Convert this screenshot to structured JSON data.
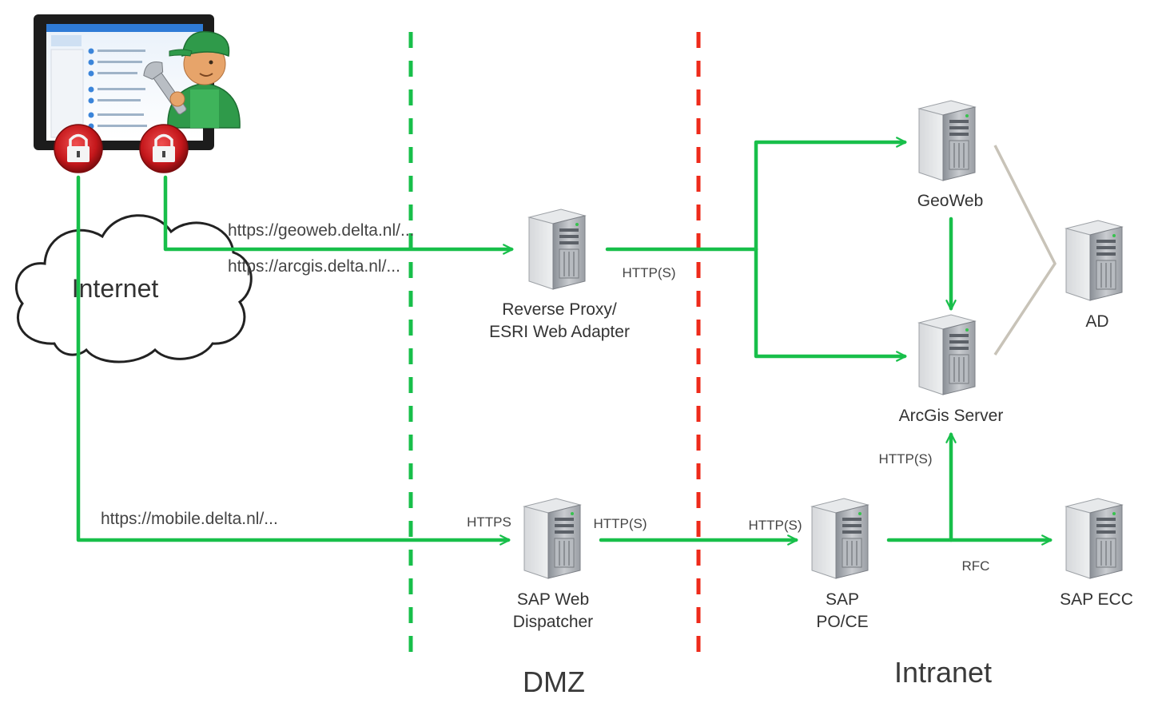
{
  "colors": {
    "flow": "#18bf4a",
    "dmz_boundary": "#18bf4a",
    "intranet_boundary": "#ee2a1a",
    "ad_link": "#c8c3b8",
    "lock": "#c4171b"
  },
  "icons": {
    "device": "tablet-icon",
    "user": "mechanic-icon",
    "lock": "padlock-icon",
    "cloud": "cloud-icon",
    "server": "server-tower-icon"
  },
  "cloud": {
    "label": "Internet"
  },
  "urls": {
    "geoweb": "https://geoweb.delta.nl/...",
    "arcgis": "https://arcgis.delta.nl/...",
    "mobile": "https://mobile.delta.nl/..."
  },
  "nodes": {
    "reverse_proxy": {
      "line1": "Reverse Proxy/",
      "line2": "ESRI Web Adapter"
    },
    "geoweb": {
      "label": "GeoWeb"
    },
    "arcgis": {
      "label": "ArcGis Server"
    },
    "ad": {
      "label": "AD"
    },
    "sap_web_dispatcher": {
      "line1": "SAP Web",
      "line2": "Dispatcher"
    },
    "sap_po": {
      "line1": "SAP",
      "line2": "PO/CE"
    },
    "sap_ecc": {
      "label": "SAP ECC"
    }
  },
  "protocols": {
    "proxy_out": "HTTP(S)",
    "dispatcher_in": "HTTPS",
    "dispatcher_out": "HTTP(S)",
    "po_in": "HTTP(S)",
    "po_to_arcgis": "HTTP(S)",
    "po_to_ecc": "RFC"
  },
  "zones": {
    "dmz": "DMZ",
    "intranet": "Intranet"
  }
}
